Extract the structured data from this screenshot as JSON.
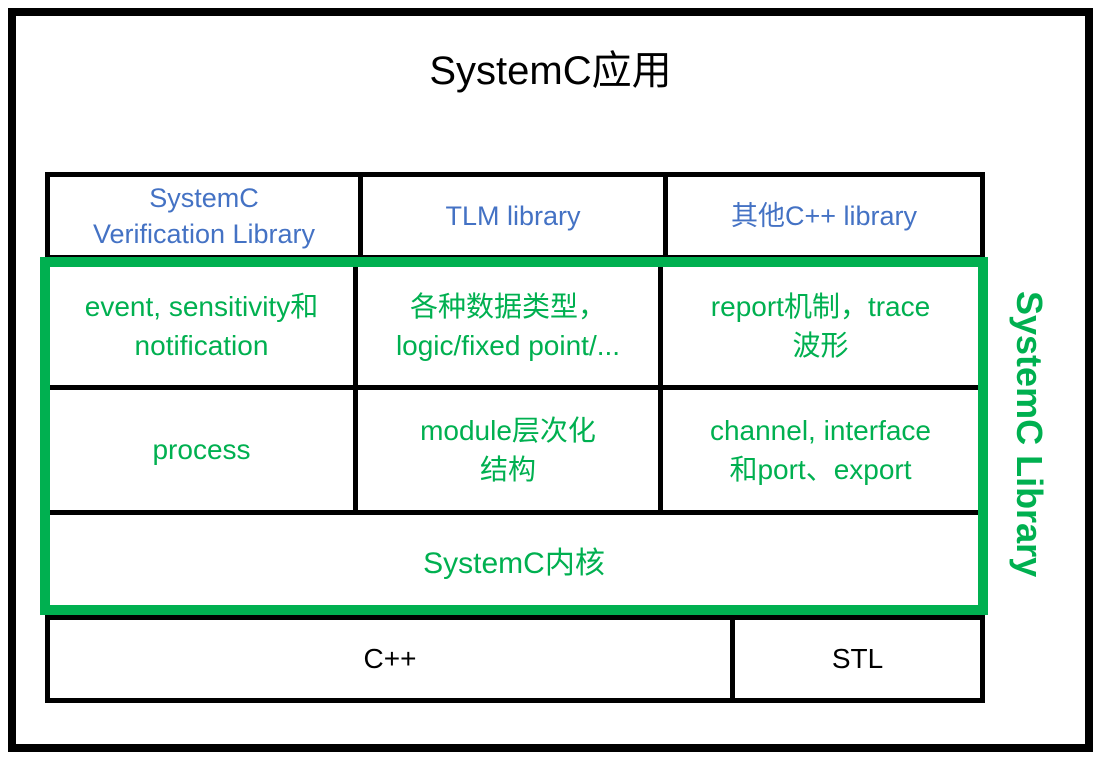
{
  "title": "SystemC应用",
  "side_label": "SystemC Library",
  "colors": {
    "accent_green": "#00B050",
    "accent_blue": "#4472C4",
    "frame_black": "#000000"
  },
  "stack": {
    "libraries_row": [
      "SystemC\nVerification Library",
      "TLM library",
      "其他C++ library"
    ],
    "features_row": [
      "event, sensitivity和\nnotification",
      "各种数据类型，\nlogic/fixed point/...",
      "report机制，trace\n波形"
    ],
    "structure_row": [
      "process",
      "module层次化\n结构",
      "channel, interface\n和port、export"
    ],
    "kernel": "SystemC内核",
    "base_row": [
      "C++",
      "STL"
    ]
  }
}
